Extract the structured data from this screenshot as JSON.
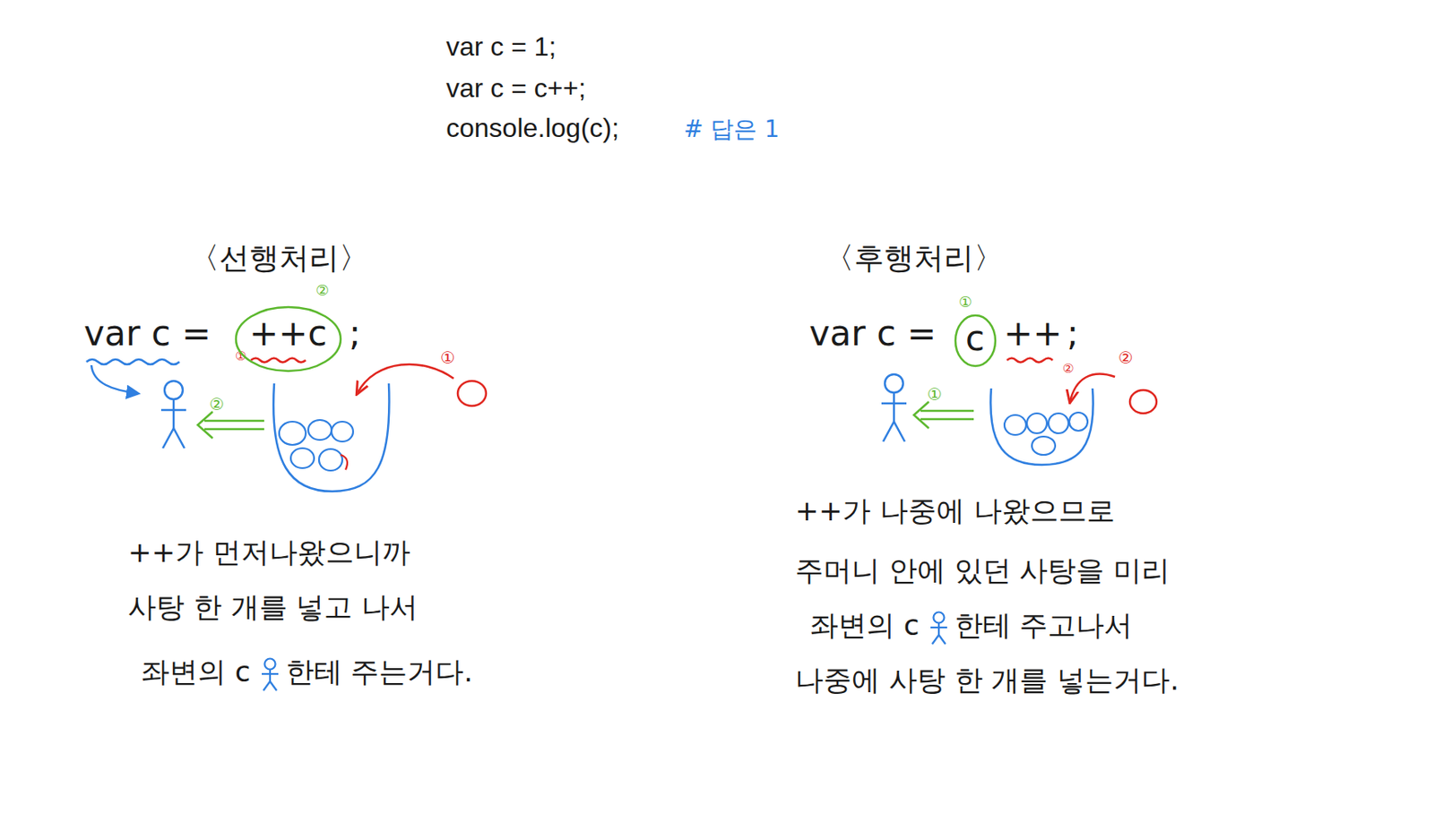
{
  "diagram": {
    "nodes": [
      {
        "text": [
          "++c"
        ]
      },
      {
        "text": [
          "c"
        ]
      }
    ],
    "labels": [
      "var c = 1;",
      "var c = c++;",
      "console.log(c);",
      "# 답은 1",
      "〈선행처리〉",
      "〈후행처리〉",
      "var c =",
      "②",
      "①",
      ";",
      "①",
      "②",
      "++가 먼저나왔으니까",
      "사탕 한 개를 넣고 나서",
      "좌변의 c",
      "한테 주는거다.",
      "var c =",
      "①",
      "++",
      "②",
      ";",
      "②",
      "①",
      "++가 나중에 나왔으므로",
      "주머니 안에 있던 사탕을 미리",
      "좌변의 c",
      "한테 주고나서",
      "나중에 사탕 한 개를 넣는거다."
    ]
  }
}
